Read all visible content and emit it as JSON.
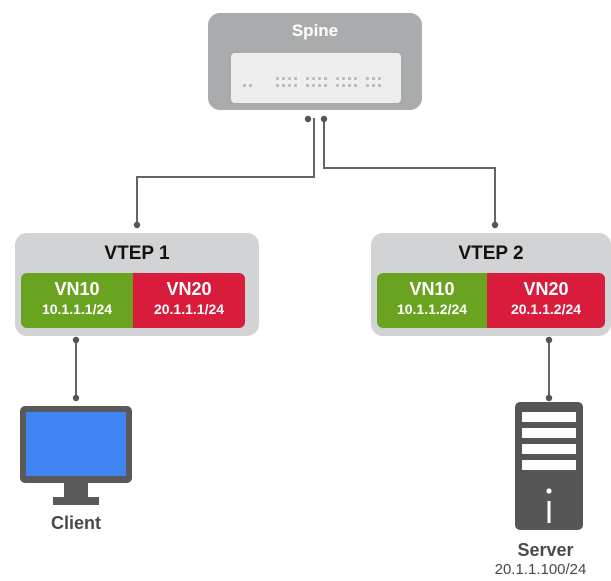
{
  "spine": {
    "title": "Spine"
  },
  "vteps": [
    {
      "title": "VTEP 1",
      "networks": [
        {
          "name": "VN10",
          "ip": "10.1.1.1/24",
          "color": "#6aa31f"
        },
        {
          "name": "VN20",
          "ip": "20.1.1.1/24",
          "color": "#d91c3b"
        }
      ]
    },
    {
      "title": "VTEP 2",
      "networks": [
        {
          "name": "VN10",
          "ip": "10.1.1.2/24",
          "color": "#6aa31f"
        },
        {
          "name": "VN20",
          "ip": "20.1.1.2/24",
          "color": "#d91c3b"
        }
      ]
    }
  ],
  "client": {
    "label": "Client",
    "icon": "monitor-icon"
  },
  "server": {
    "label": "Server",
    "ip": "20.1.1.100/24",
    "icon": "server-tower-icon"
  },
  "colors": {
    "device_gray": "#a9abad",
    "vtep_gray": "#d2d3d5",
    "link": "#646464",
    "screen_blue": "#3f84f2"
  }
}
